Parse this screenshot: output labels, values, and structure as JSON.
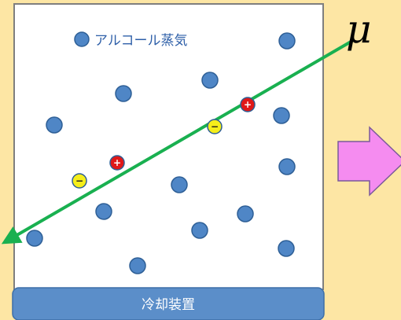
{
  "legend": {
    "label": "アルコール蒸気"
  },
  "particle_symbol": "μ",
  "cooler": {
    "label": "冷却装置"
  },
  "ions": {
    "positive_sign": "+",
    "negative_sign": "−"
  },
  "colors": {
    "background": "#fde6a4",
    "chamber_fill": "#ffffff",
    "chamber_border": "#7f7f7f",
    "molecule_fill": "#4f86c6",
    "molecule_stroke": "#2e5f96",
    "track": "#19b050",
    "positive_ion": "#e01818",
    "negative_ion": "#f5ee1a",
    "cooler_fill": "#5b8ec9",
    "cooler_text": "#ffffff",
    "label_text": "#2e5fa8",
    "arrow_fill": "#f58cf0",
    "arrow_stroke": "#7a5a9a"
  }
}
